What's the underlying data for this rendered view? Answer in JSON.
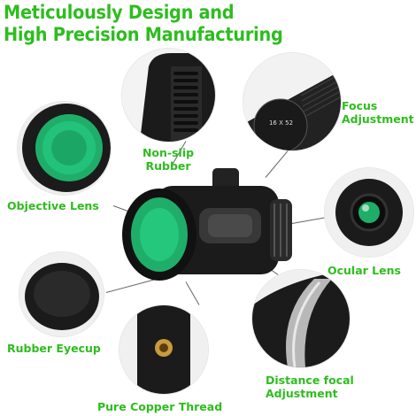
{
  "headline": {
    "line1": "Meticulously Design and",
    "line2": "High Precision Manufacturing"
  },
  "labels": {
    "non_slip": "Non-slip Rubber",
    "focus": "Focus Adjustment",
    "objective": "Objective Lens",
    "ocular": "Ocular Lens",
    "eyecup": "Rubber Eyecup",
    "distance": "Distance focal Adjustment",
    "copper": "Pure Copper Thread"
  },
  "knob_text": "16 X 52",
  "colors": {
    "accent_green": "#2ebd1f",
    "lens_green": "#1fae6a",
    "body_black": "#1b1b1b"
  }
}
